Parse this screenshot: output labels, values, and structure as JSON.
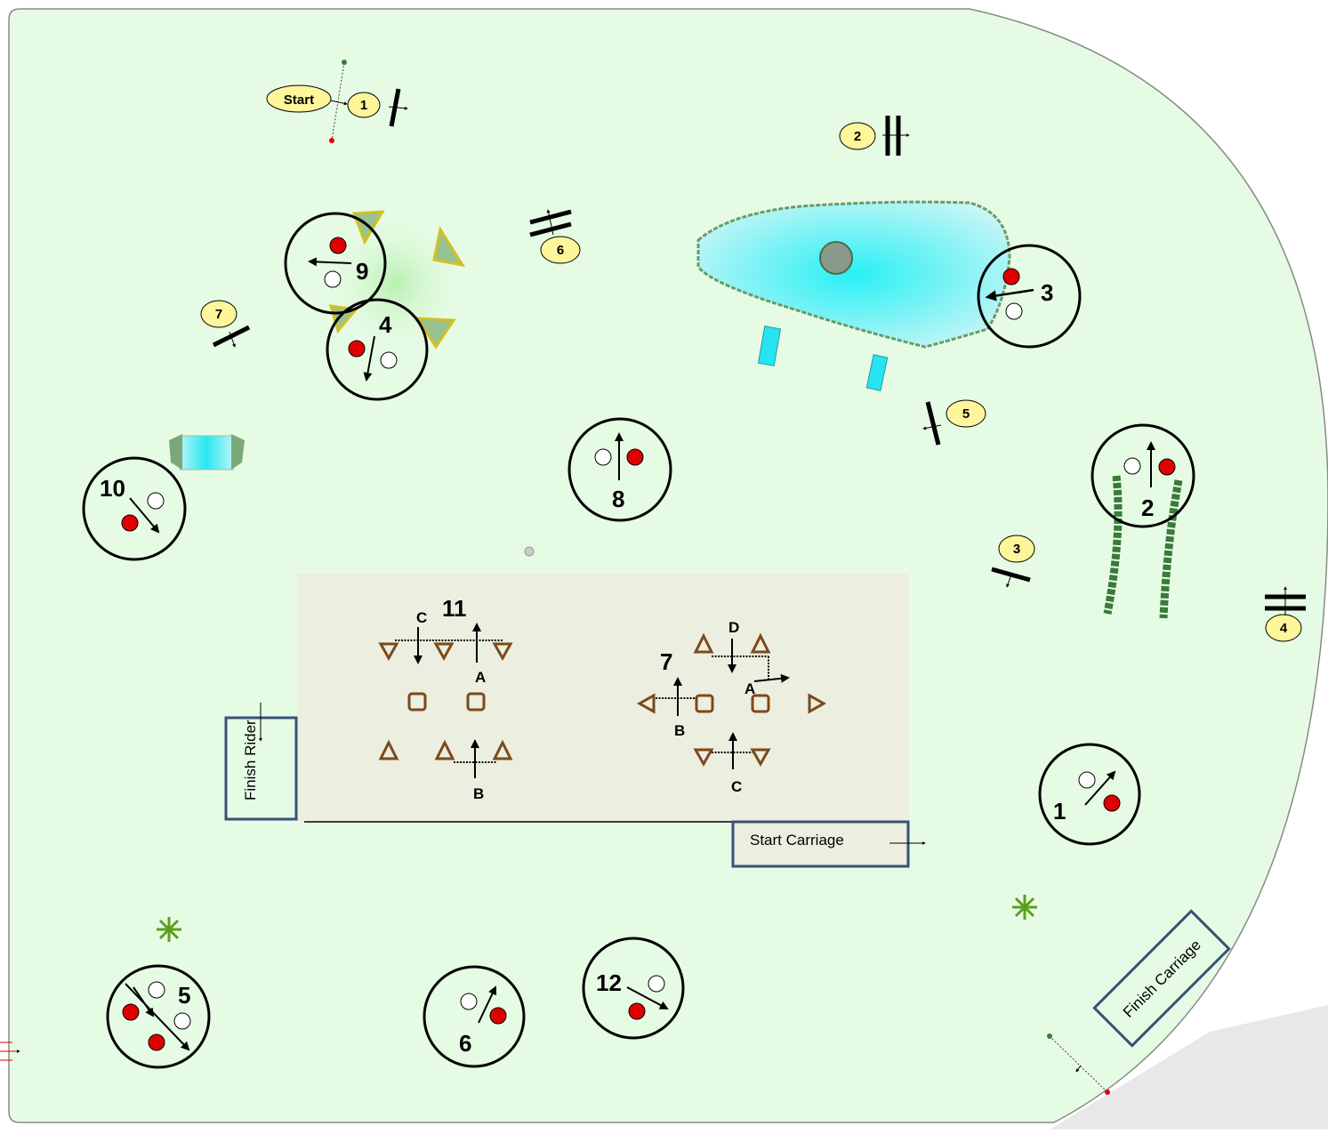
{
  "course": {
    "start_label": "Start",
    "gate_numbers": [
      "1",
      "2",
      "3",
      "4",
      "5",
      "6",
      "7"
    ],
    "obstacles": [
      {
        "number": "1"
      },
      {
        "number": "2"
      },
      {
        "number": "3"
      },
      {
        "number": "4"
      },
      {
        "number": "5"
      },
      {
        "number": "6"
      },
      {
        "number": "7"
      },
      {
        "number": "8"
      },
      {
        "number": "9"
      },
      {
        "number": "10"
      },
      {
        "number": "11"
      },
      {
        "number": "12"
      }
    ],
    "cone_labels": {
      "obstacle11": [
        "C",
        "A",
        "B"
      ],
      "obstacle7": [
        "D",
        "A",
        "B",
        "C"
      ]
    },
    "finish_rider": "Finish Rider",
    "start_carriage": "Start Carriage",
    "finish_carriage": "Finish Carriage"
  },
  "colors": {
    "field": "#e6fbe4",
    "field_border": "#8a8a8a",
    "cone_area": "#eceee0",
    "cone": "#7a4a1a",
    "box_border": "#3a5078",
    "flag_red": "#e00000",
    "label_oval": "#fff59a",
    "water": "#28e3f0"
  }
}
